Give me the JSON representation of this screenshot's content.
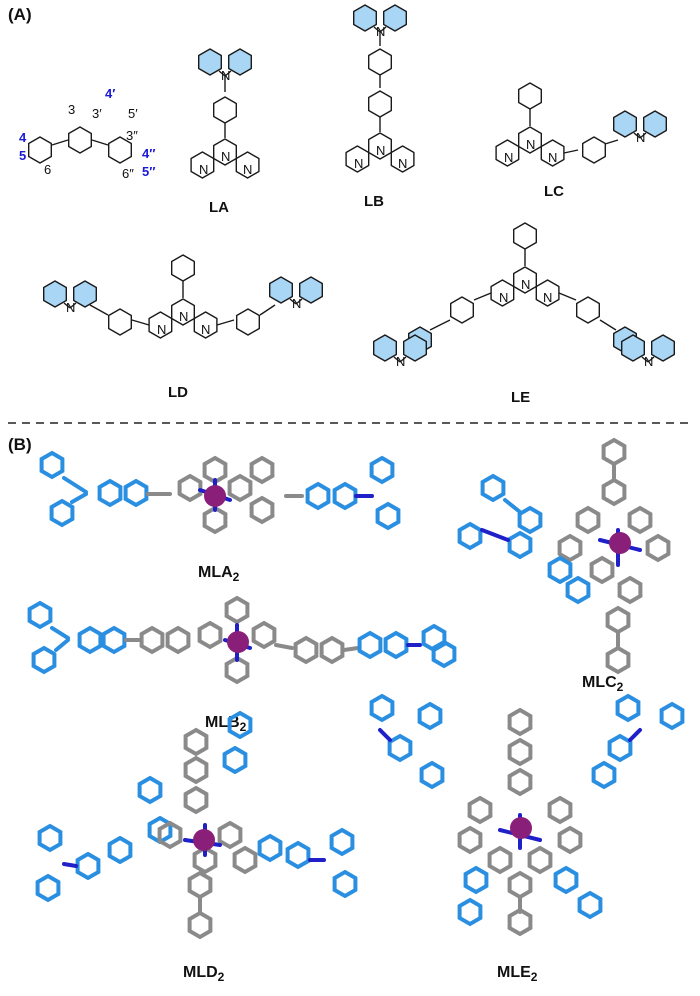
{
  "panel_a_label": "(A)",
  "panel_b_label": "(B)",
  "numbering": {
    "n3": "3",
    "n4": "4",
    "n5": "5",
    "n6": "6",
    "n3p": "3′",
    "n4p": "4′",
    "n5p": "5′",
    "n3pp": "3″",
    "n4pp": "4″",
    "n5pp": "5″",
    "n6pp": "6″",
    "N": "N"
  },
  "ligands": {
    "LA": "LA",
    "LB": "LB",
    "LC": "LC",
    "LD": "LD",
    "LE": "LE"
  },
  "complexes": {
    "MLA2": {
      "base": "MLA",
      "sub": "2"
    },
    "MLB2": {
      "base": "MLB",
      "sub": "2"
    },
    "MLC2": {
      "base": "MLC",
      "sub": "2"
    },
    "MLD2": {
      "base": "MLD",
      "sub": "2"
    },
    "MLE2": {
      "base": "MLE",
      "sub": "2"
    }
  },
  "colors": {
    "highlight_ring": "#a9d6f5",
    "stick_gray": "#8a8a8a",
    "stick_blue": "#2a8fe0",
    "nitrogen": "#2020c8",
    "metal": "#8a1f7a",
    "number_blue": "#1a1ad8"
  }
}
